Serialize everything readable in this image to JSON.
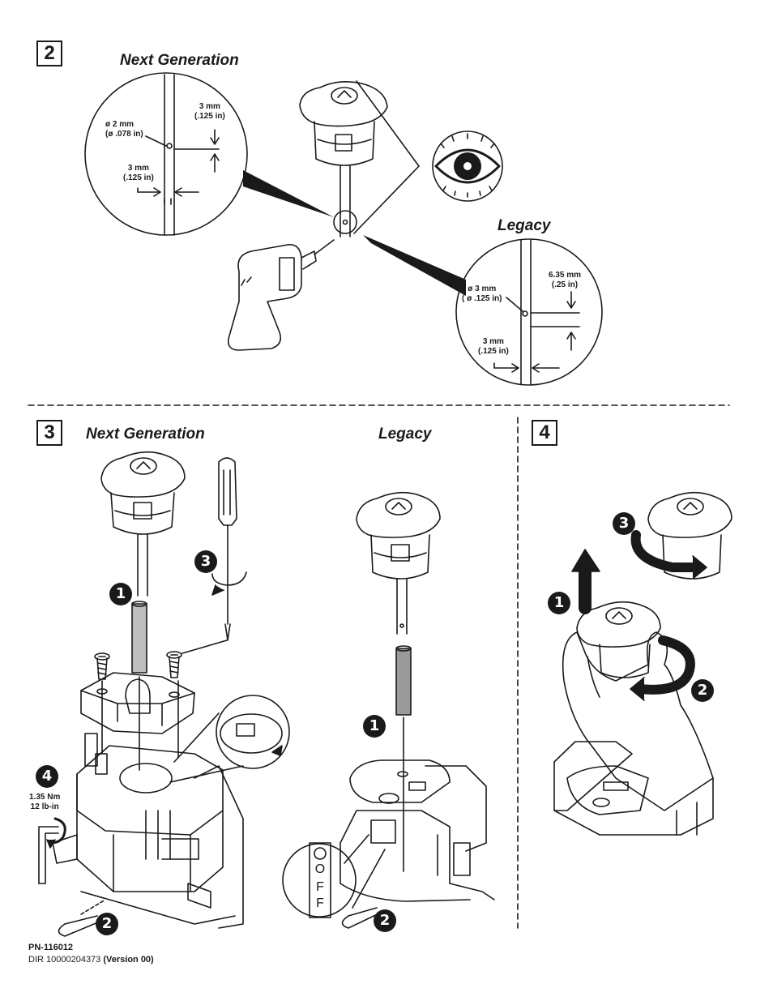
{
  "section2": {
    "step": "2",
    "next_gen_heading": "Next Generation",
    "legacy_heading": "Legacy",
    "next_gen_dims": {
      "hole_mm": "ø 2 mm",
      "hole_in": "(ø .078 in)",
      "vertical_mm": "3 mm",
      "vertical_in": "(.125 in)",
      "horizontal_mm": "3 mm",
      "horizontal_in": "(.125 in)"
    },
    "legacy_dims": {
      "hole_mm": "ø 3 mm",
      "hole_in": "( ø .125 in)",
      "vertical_mm": "6.35 mm",
      "vertical_in": "(.25 in)",
      "horizontal_mm": "3 mm",
      "horizontal_in": "(.125 in)"
    }
  },
  "section3": {
    "step": "3",
    "next_gen_heading": "Next Generation",
    "legacy_heading": "Legacy",
    "callouts": [
      "1",
      "2",
      "3",
      "4"
    ],
    "torque_nm": "1.35 Nm",
    "torque_lbin": "12 lb-in",
    "switch_label": [
      "O",
      "O",
      "F",
      "F"
    ]
  },
  "section4": {
    "step": "4",
    "callouts": [
      "1",
      "2",
      "3"
    ]
  },
  "footer": {
    "part_number": "PN-116012",
    "dir_number": "DIR 10000204373",
    "version": "(Version 00)"
  },
  "colors": {
    "ink": "#1a1a1a",
    "rod_gray": "#9a9a9a",
    "paper": "#ffffff"
  }
}
